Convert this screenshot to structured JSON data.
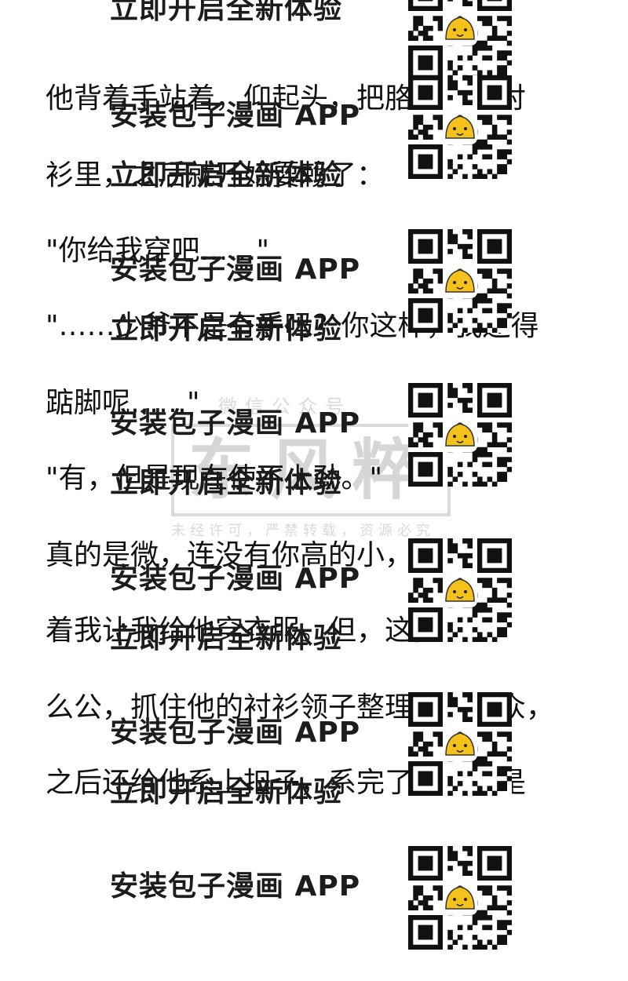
{
  "story": {
    "lines": [
      "他背着手站着，仰起头，把胳膊伸进衬",
      "衫里，之后就开始耍赖了：",
      "\"你给我穿吧……\"",
      "\"……少爷不是有手吗？你这样，我还得",
      "踮脚呢……\"",
      "\"有，但是现在使不上劲。\"",
      "真的是微，连没有你高的小，也会缠",
      "着我让我给他穿衣服。但，这能怎么",
      "么公，抓住他的衬衫领子整理了一下众，",
      "之后还给他系上扣子，系完了一颗就是"
    ]
  },
  "promo": {
    "line1": "安装包子漫画 APP",
    "line2": "立即开启全新体验",
    "qr_icon": "qr-code-icon",
    "mascot_icon": "bun-mascot-icon",
    "mascot_color": "#f5c21b"
  },
  "watermark": {
    "top": "微信公众号",
    "main": "东风粹",
    "bottom": "未经许可，严禁转载，资源必究"
  }
}
